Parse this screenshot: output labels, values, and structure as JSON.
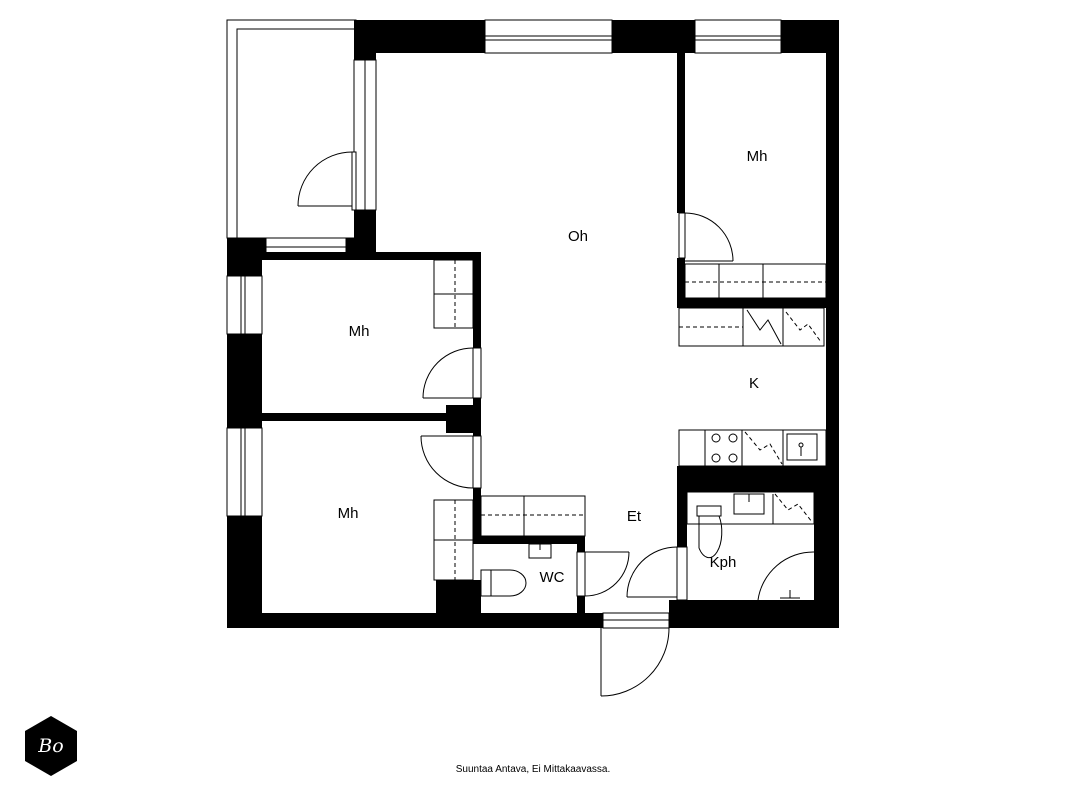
{
  "rooms": {
    "living": "Oh",
    "bedroom_top_right": "Mh",
    "bedroom_left_upper": "Mh",
    "bedroom_left_lower": "Mh",
    "kitchen": "K",
    "entrance": "Et",
    "wc": "WC",
    "bathroom": "Kph"
  },
  "logo": {
    "text": "Bo"
  },
  "footer": {
    "note": "Suuntaa Antava, Ei Mittakaavassa."
  },
  "colors": {
    "wall": "#000000",
    "background": "#ffffff"
  }
}
